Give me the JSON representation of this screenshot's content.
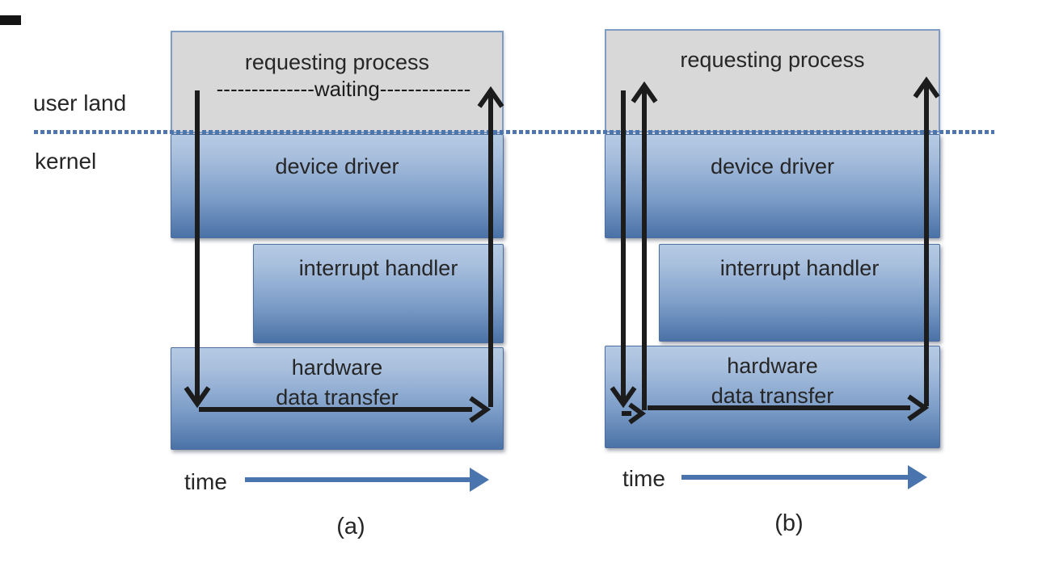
{
  "labels": {
    "user_land": "user land",
    "kernel": "kernel"
  },
  "diagram_a": {
    "requesting_process": "requesting process",
    "waiting": "--------------waiting-------------",
    "device_driver": "device driver",
    "interrupt_handler": "interrupt handler",
    "hardware_line1": "hardware",
    "hardware_line2": "data transfer",
    "time_label": "time",
    "caption": "(a)"
  },
  "diagram_b": {
    "requesting_process": "requesting process",
    "device_driver": "device driver",
    "interrupt_handler": "interrupt handler",
    "hardware_line1": "hardware",
    "hardware_line2": "data transfer",
    "time_label": "time",
    "caption": "(b)"
  },
  "colors": {
    "user_land_box_fill": "#d8d8d8",
    "gray_box_border": "#7f9cc4",
    "kernel_box_gradient_top": "#b5cae3",
    "kernel_box_gradient_bottom": "#4b72a6",
    "kernel_box_border": "#4c6f9f",
    "boundary_dots": "#4d76ae",
    "black_arrow": "#1c1c1c",
    "time_arrow": "#4a74ad",
    "text": "#262626"
  }
}
